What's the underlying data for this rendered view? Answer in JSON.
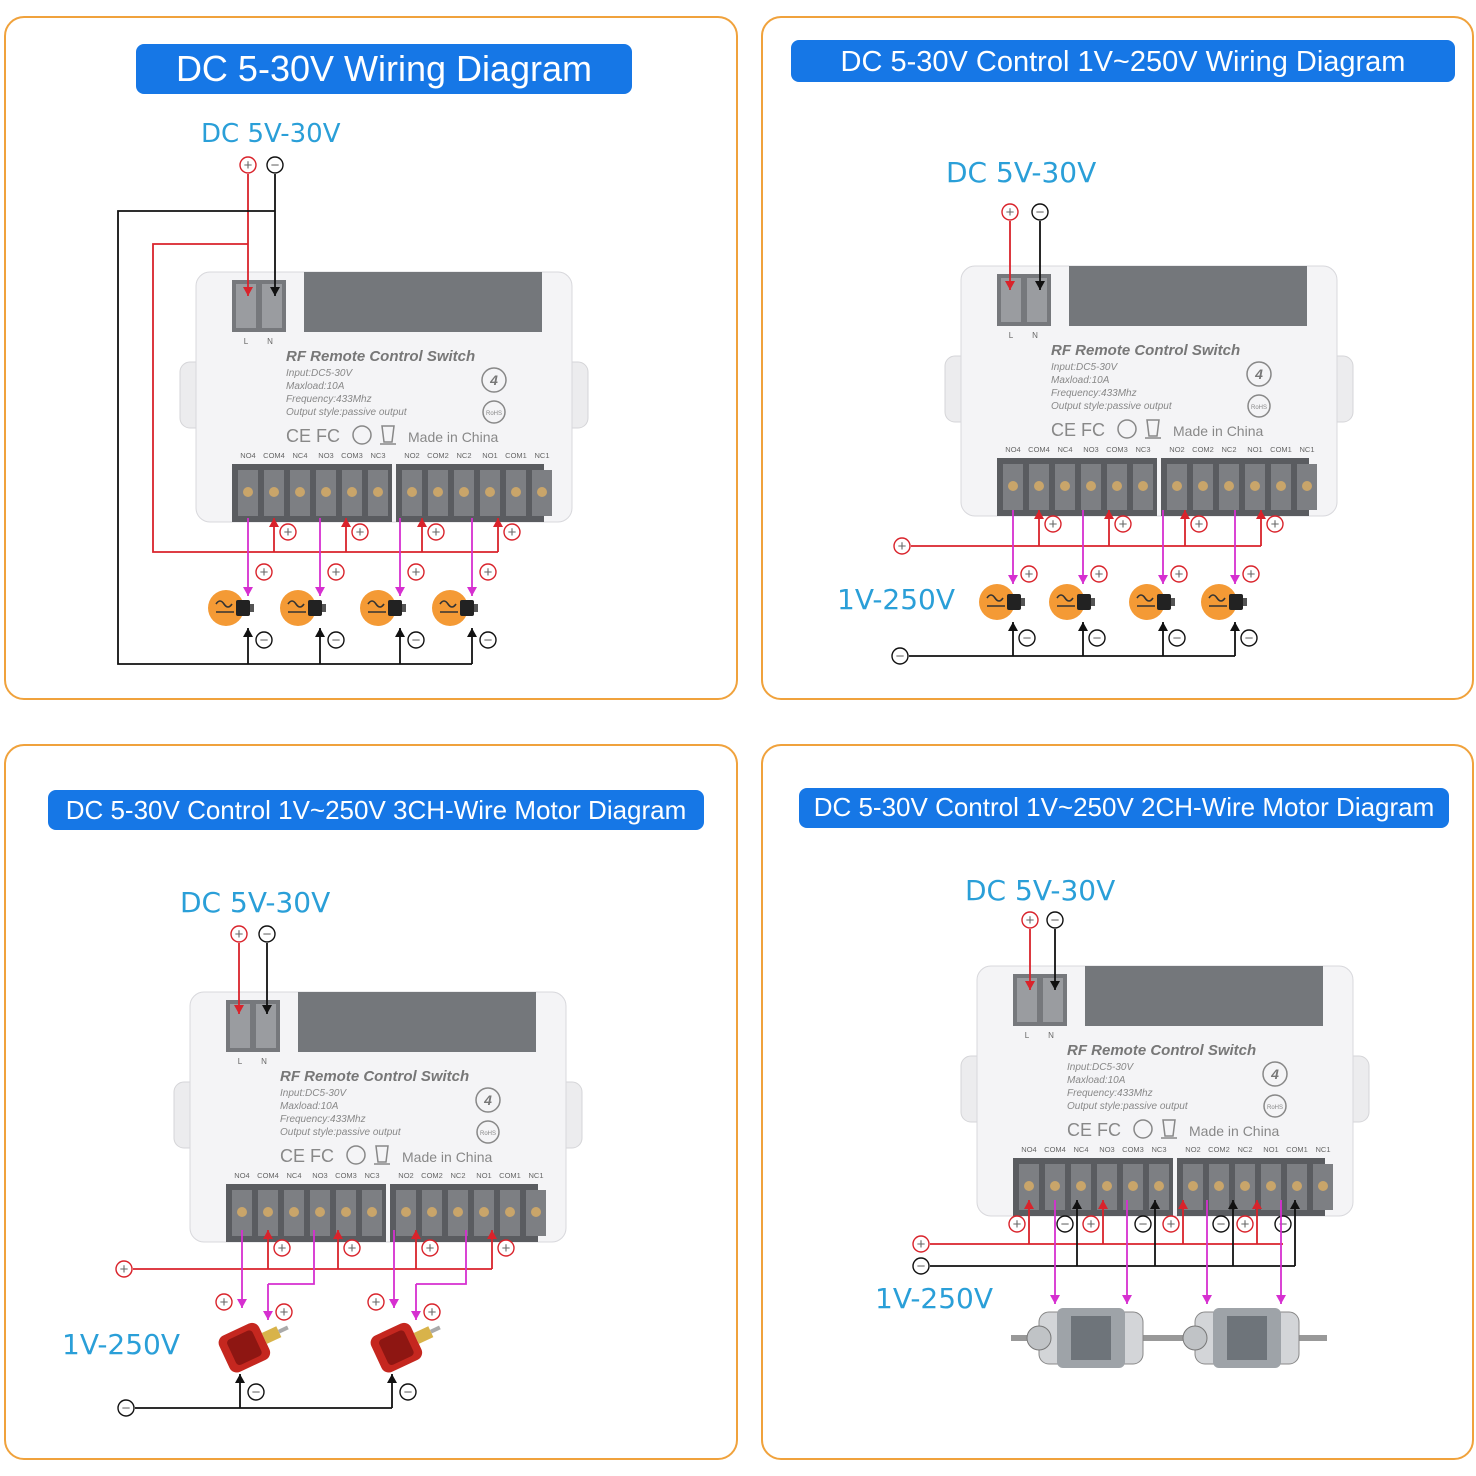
{
  "panels": [
    {
      "title": "DC 5-30V Wiring Diagram",
      "supply_label": "DC 5V-30V",
      "load_label": ""
    },
    {
      "title": "DC 5-30V Control 1V~250V Wiring  Diagram",
      "supply_label": "DC 5V-30V",
      "load_label": "1V-250V"
    },
    {
      "title": "DC 5-30V Control 1V~250V 3CH-Wire Motor Diagram",
      "supply_label": "DC 5V-30V",
      "load_label": "1V-250V"
    },
    {
      "title": "DC 5-30V Control 1V~250V 2CH-Wire Motor Diagram",
      "supply_label": "DC 5V-30V",
      "load_label": "1V-250V"
    }
  ],
  "board": {
    "name": "RF Remote Control Switch",
    "specs": [
      "Input:DC5-30V",
      "Maxload:10A",
      "Frequency:433Mhz",
      "Output style:passive output"
    ],
    "made_in": "Made in China",
    "marks": "CE FC",
    "channels_badge": "4",
    "rohs_badge": "RoHS",
    "power_terminals": [
      "L",
      "N"
    ],
    "terminals_left": [
      "NO4",
      "COM4",
      "NC4",
      "NO3",
      "COM3",
      "NC3"
    ],
    "terminals_right": [
      "NO2",
      "COM2",
      "NC2",
      "NO1",
      "COM1",
      "NC1"
    ]
  },
  "symbols": {
    "plus": "+",
    "minus": "−"
  },
  "colors": {
    "frame": "#f0a23c",
    "title_bg": "#1677e6",
    "label": "#2a9fd8",
    "positive_wire": "#d9232b",
    "negative_wire": "#111111",
    "load_wire": "#d62fd0",
    "bulb": "#f49a35",
    "motor": "#c5271f"
  }
}
